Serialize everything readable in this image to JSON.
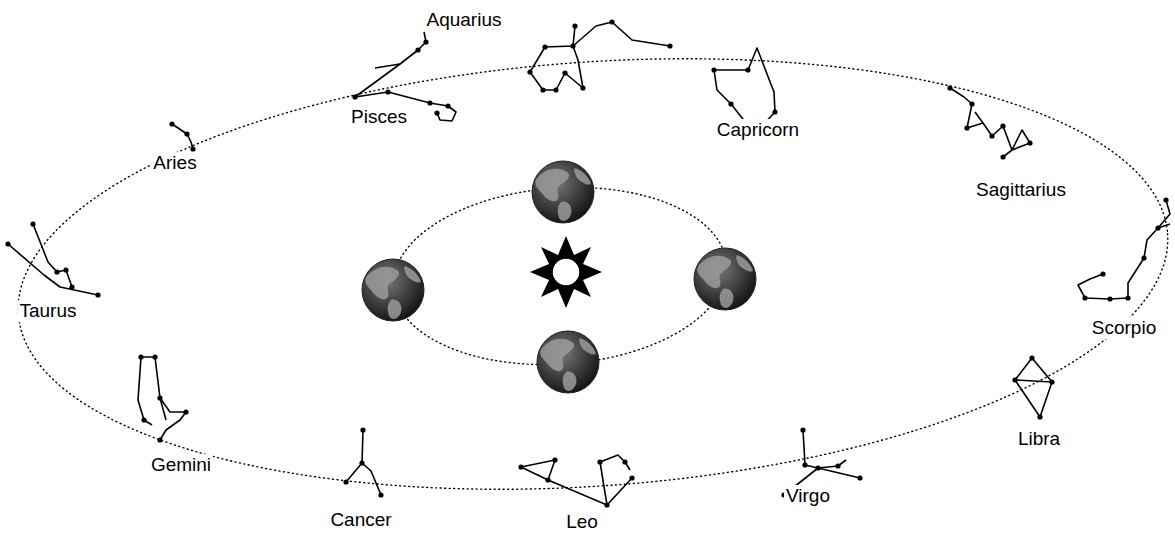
{
  "diagram": {
    "labels": [
      "Aquarius",
      "Pisces",
      "Capricorn",
      "Aries",
      "Sagittarius",
      "Taurus",
      "Scorpio",
      "Libra",
      "Gemini",
      "Virgo",
      "Cancer",
      "Leo"
    ]
  }
}
